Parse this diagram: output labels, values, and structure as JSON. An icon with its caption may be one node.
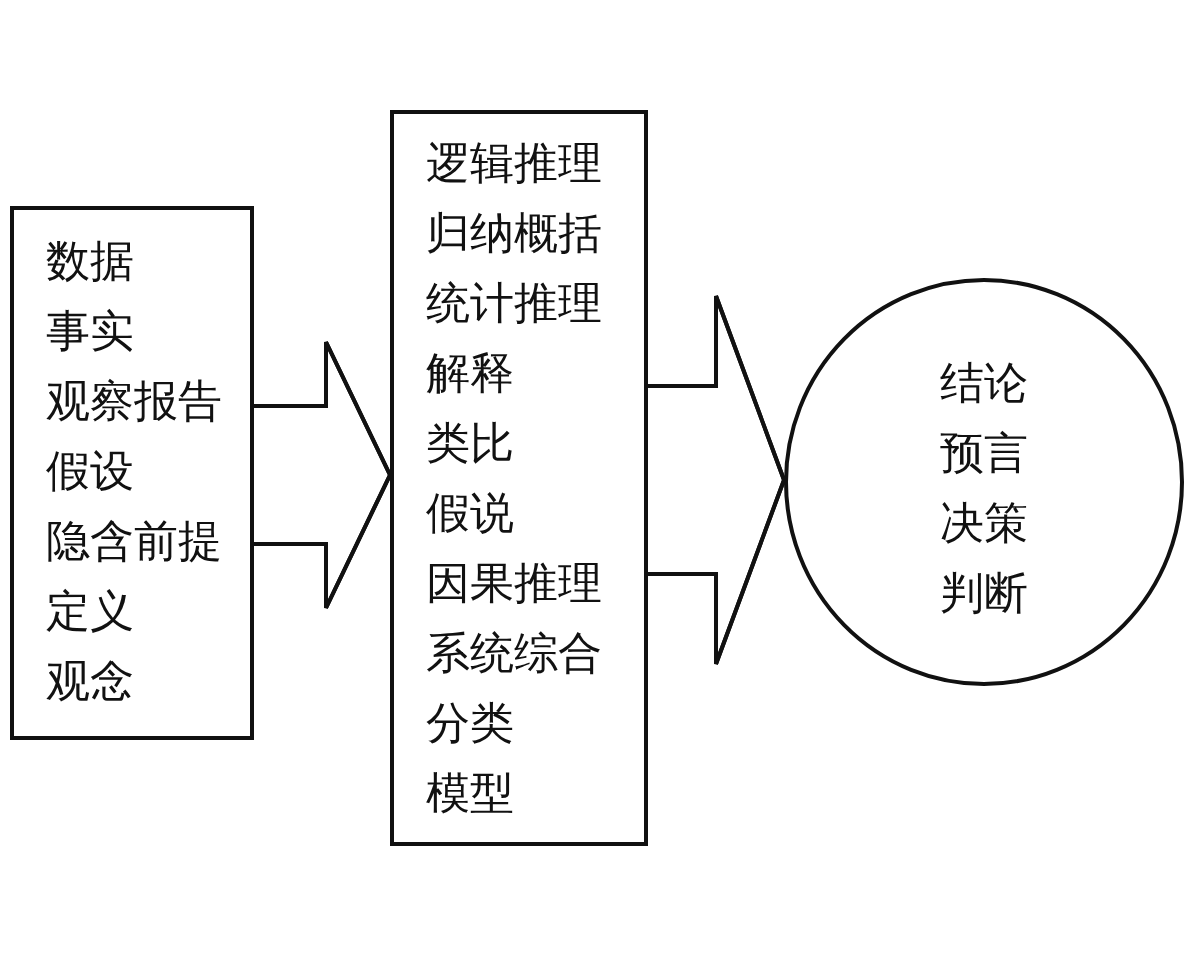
{
  "diagram": {
    "nodes": [
      {
        "text": [
          "数据",
          "事实",
          "观察报告",
          "假设",
          "隐含前提",
          "定义",
          "观念"
        ]
      },
      {
        "text": [
          "逻辑推理",
          "归纳概括",
          "统计推理",
          "解释",
          "类比",
          "假说",
          "因果推理",
          "系统综合",
          "分类",
          "模型"
        ]
      },
      {
        "text": [
          "结论",
          "预言",
          "决策",
          "判断"
        ]
      }
    ],
    "edges": [
      {
        "from": 0,
        "to": 1,
        "arrow": "to"
      },
      {
        "from": 1,
        "to": 2,
        "arrow": "to"
      }
    ]
  }
}
